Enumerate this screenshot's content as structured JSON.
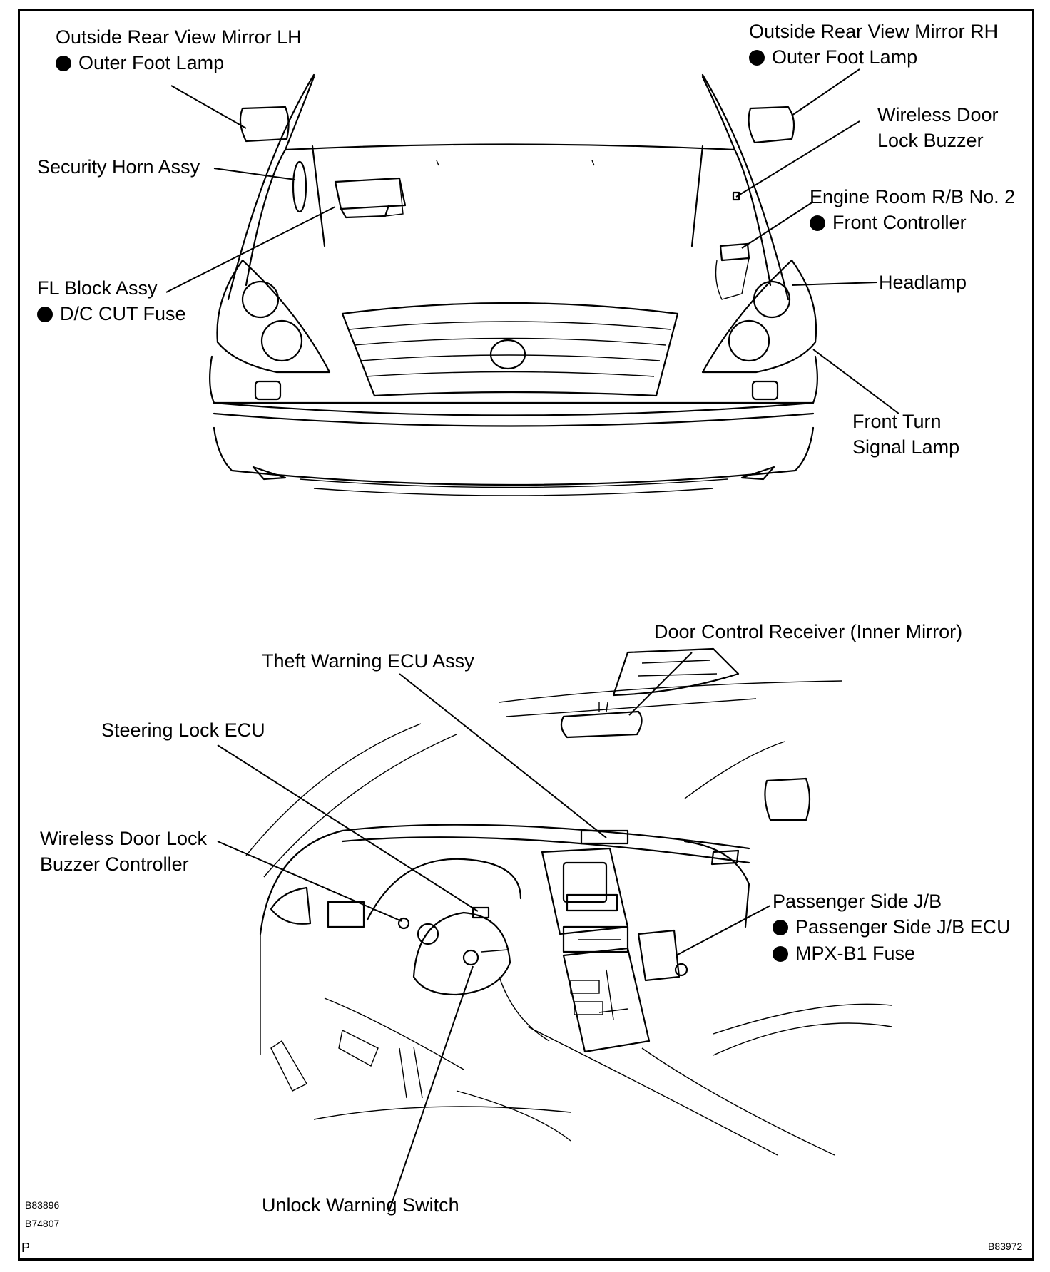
{
  "labels": {
    "mirror_lh": "Outside Rear View Mirror LH",
    "mirror_lh_sub": "Outer Foot Lamp",
    "mirror_rh": "Outside Rear View Mirror RH",
    "mirror_rh_sub": "Outer Foot Lamp",
    "wireless_buzzer_1": "Wireless Door",
    "wireless_buzzer_2": "Lock Buzzer",
    "security_horn": "Security Horn Assy",
    "engine_rb": "Engine Room R/B No. 2",
    "engine_rb_sub": "Front Controller",
    "fl_block": "FL Block Assy",
    "fl_block_sub": "D/C CUT Fuse",
    "headlamp": "Headlamp",
    "turn_signal_1": "Front Turn",
    "turn_signal_2": "Signal Lamp",
    "door_receiver": "Door Control Receiver (Inner Mirror)",
    "theft_ecu": "Theft Warning ECU Assy",
    "steering_lock": "Steering Lock ECU",
    "buzzer_ctrl_1": "Wireless Door Lock",
    "buzzer_ctrl_2": "Buzzer Controller",
    "passenger_jb": "Passenger Side J/B",
    "passenger_jb_ecu": "Passenger Side J/B ECU",
    "mpx_fuse": "MPX-B1 Fuse",
    "unlock_switch": "Unlock Warning Switch"
  },
  "codes": {
    "code1": "B83896",
    "code2": "B74807",
    "page_letter": "P",
    "code_right": "B83972"
  }
}
